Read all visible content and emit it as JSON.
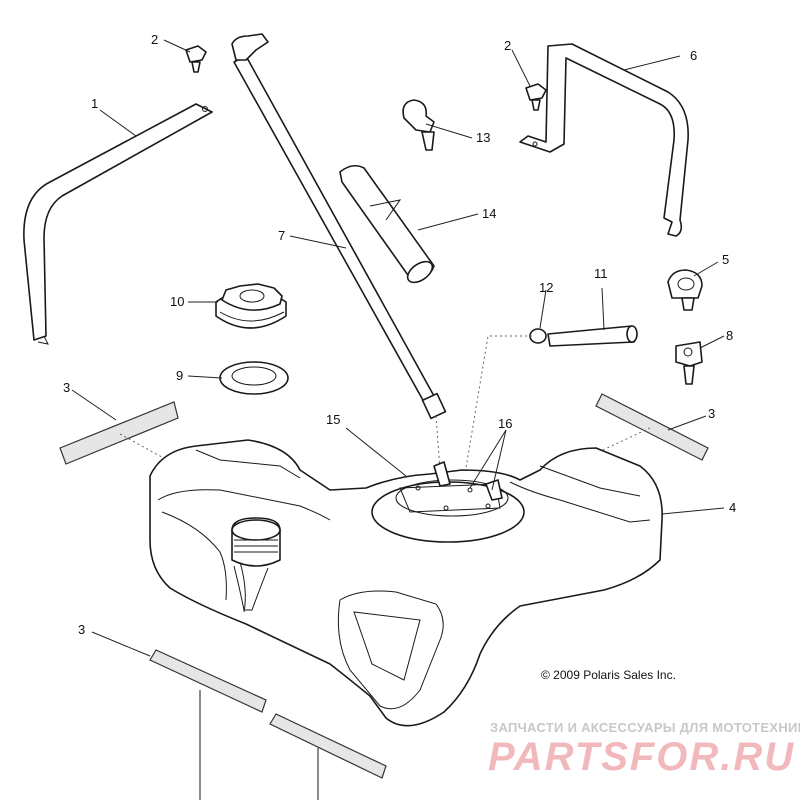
{
  "callouts": [
    "1",
    "2",
    "2",
    "3",
    "3",
    "3",
    "4",
    "5",
    "6",
    "7",
    "8",
    "9",
    "10",
    "11",
    "12",
    "13",
    "14",
    "15",
    "16"
  ],
  "copyright": "© 2009 Polaris Sales Inc.",
  "watermark": {
    "tagline": "ЗАПЧАСТИ И АКСЕССУАРЫ ДЛЯ МОТОТЕХНИКИ",
    "brand": "PARTSFOR.RU",
    "color": "#f2b9bd"
  }
}
